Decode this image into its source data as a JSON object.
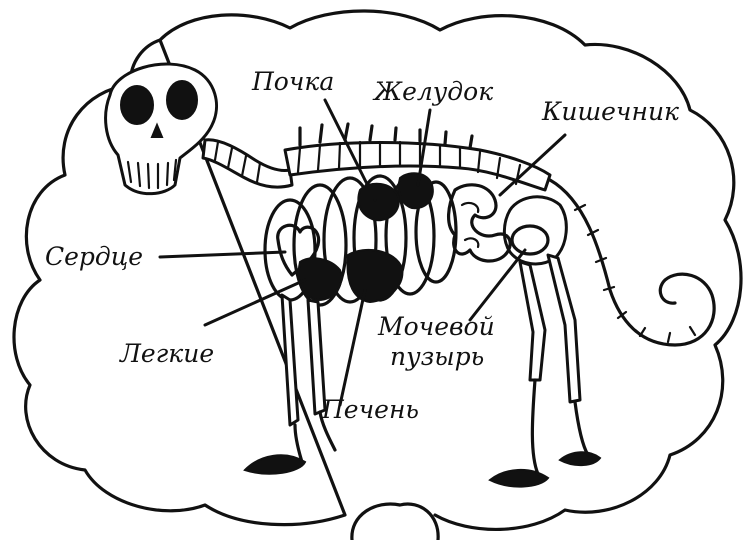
{
  "labels": {
    "kidney": "Почка",
    "stomach": "Желудок",
    "intestines": "Кишечник",
    "heart": "Сердце",
    "lungs": "Легкие",
    "liver": "Печень",
    "bladder_line1": "Мочевой",
    "bladder_line2": "пузырь"
  },
  "colors": {
    "ink": "#111111",
    "paper": "#ffffff"
  }
}
